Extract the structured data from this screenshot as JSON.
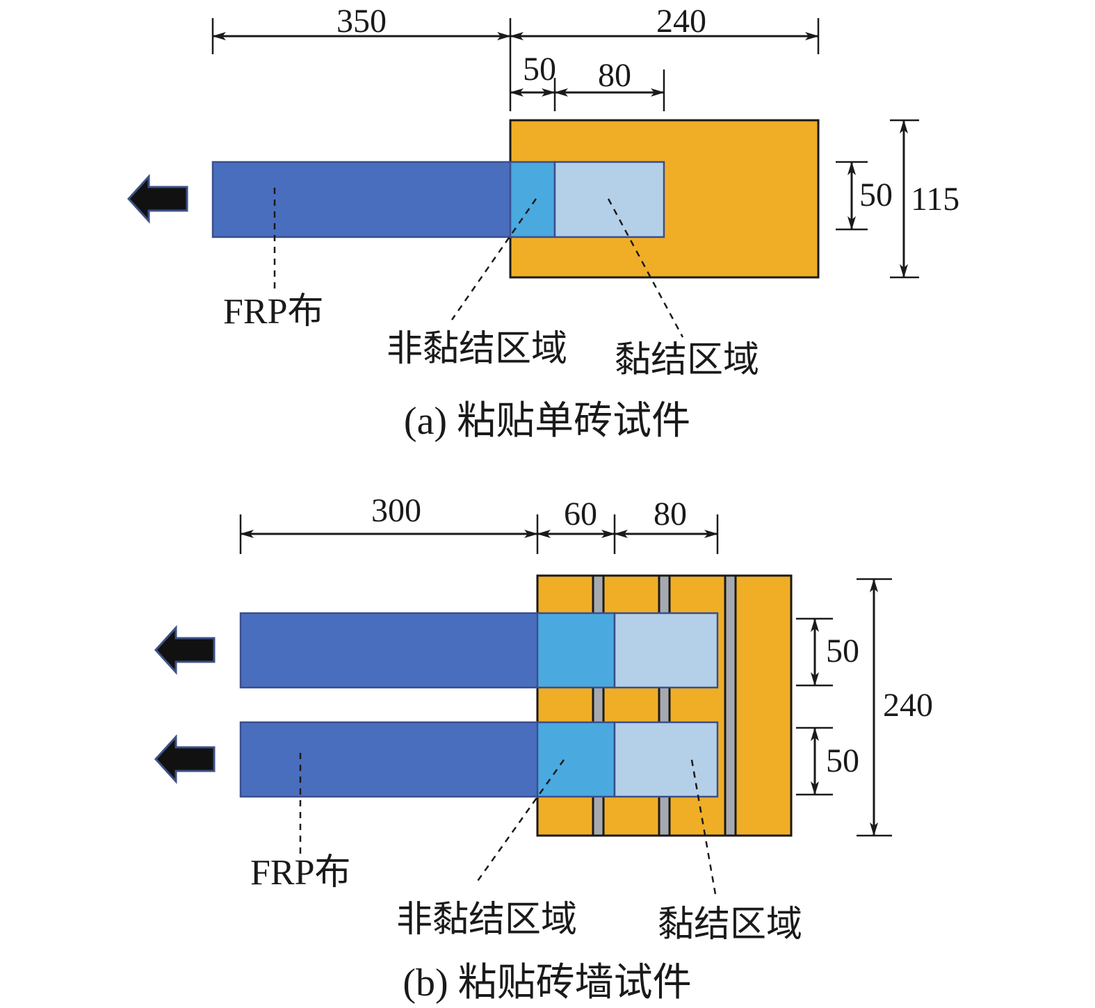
{
  "colors": {
    "brick": "#F0AE26",
    "frp": "#4A6EBE",
    "unbonded": "#4AA9DF",
    "bonded": "#B4D0E8",
    "mortar": "#A5A9B0",
    "arrow": "#111111",
    "arrow_outline": "#3D5187"
  },
  "panel_a": {
    "dims": {
      "frp_length": "350",
      "brick_length": "240",
      "unbonded_length": "50",
      "bonded_length": "80",
      "frp_width": "50",
      "brick_height": "115"
    },
    "labels": {
      "frp": "FRP布",
      "unbonded": "非黏结区域",
      "bonded": "黏结区域"
    },
    "caption": "(a) 粘贴单砖试件"
  },
  "panel_b": {
    "dims": {
      "frp_length": "300",
      "unbonded_length": "60",
      "bonded_length": "80",
      "frp_width_upper": "50",
      "frp_width_lower": "50",
      "wall_height": "240"
    },
    "labels": {
      "frp": "FRP布",
      "unbonded": "非黏结区域",
      "bonded": "黏结区域"
    },
    "caption": "(b) 粘贴砖墙试件"
  }
}
